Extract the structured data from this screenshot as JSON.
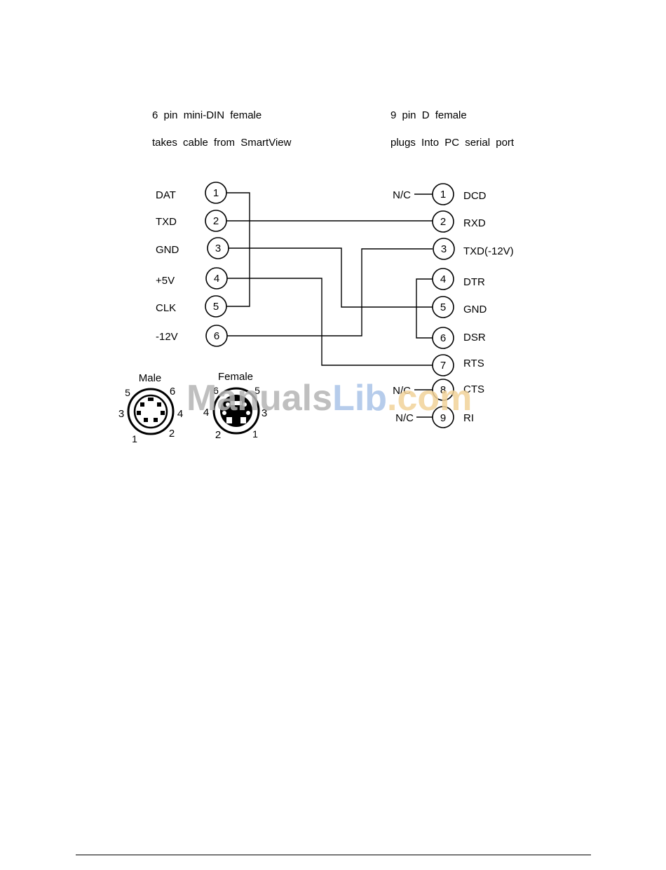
{
  "left_connector": {
    "title": "6 pin  mini-DIN  female",
    "subtitle": "takes  cable  from  SmartView",
    "pins": [
      {
        "num": "1",
        "signal": "DAT"
      },
      {
        "num": "2",
        "signal": "TXD"
      },
      {
        "num": "3",
        "signal": "GND"
      },
      {
        "num": "4",
        "signal": "+5V"
      },
      {
        "num": "5",
        "signal": "CLK"
      },
      {
        "num": "6",
        "signal": "-12V"
      }
    ]
  },
  "right_connector": {
    "title": "9  pin  D  female",
    "subtitle": "plugs  Into  PC  serial  port",
    "pins": [
      {
        "num": "1",
        "signal": "DCD",
        "nc": "N/C"
      },
      {
        "num": "2",
        "signal": "RXD",
        "nc": ""
      },
      {
        "num": "3",
        "signal": "TXD(-12V)",
        "nc": ""
      },
      {
        "num": "4",
        "signal": "DTR",
        "nc": ""
      },
      {
        "num": "5",
        "signal": "GND",
        "nc": ""
      },
      {
        "num": "6",
        "signal": "DSR",
        "nc": ""
      },
      {
        "num": "7",
        "signal": "RTS",
        "nc": ""
      },
      {
        "num": "8",
        "signal": "CTS",
        "nc": "N/C"
      },
      {
        "num": "9",
        "signal": "RI",
        "nc": "N/C"
      }
    ]
  },
  "din_views": {
    "male": {
      "label": "Male",
      "numbers": {
        "p1": "1",
        "p2": "2",
        "p3": "3",
        "p4": "4",
        "p5": "5",
        "p6": "6"
      }
    },
    "female": {
      "label": "Female",
      "numbers": {
        "p1": "1",
        "p2": "2",
        "p3": "3",
        "p4": "4",
        "p5": "5",
        "p6": "6"
      }
    }
  },
  "watermark": {
    "part1": "Manuals",
    "part2": "Lib",
    "part3": ".com",
    "color1": "#b4b4b4",
    "color2": "#aac4e8",
    "color3": "#f2d39a"
  }
}
